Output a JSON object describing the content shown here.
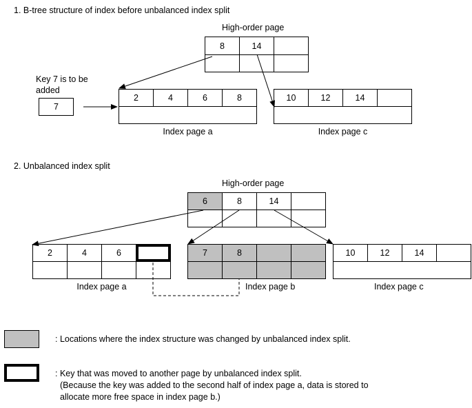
{
  "section1": {
    "title": "1. B-tree structure of index before unbalanced index split",
    "high_order_label": "High-order page",
    "high_order_keys": [
      "8",
      "14",
      ""
    ],
    "new_key_note_line1": "Key 7 is to be",
    "new_key_note_line2": "added",
    "new_key": "7",
    "page_a_keys": [
      "2",
      "4",
      "6",
      "8"
    ],
    "page_a_label": "Index page a",
    "page_c_keys": [
      "10",
      "12",
      "14",
      ""
    ],
    "page_c_label": "Index page c"
  },
  "section2": {
    "title": "2. Unbalanced index split",
    "high_order_label": "High-order page",
    "high_order_keys": [
      "6",
      "8",
      "14",
      ""
    ],
    "page_a_keys": [
      "2",
      "4",
      "6",
      ""
    ],
    "page_a_label": "Index page a",
    "page_b_keys": [
      "7",
      "8",
      "",
      ""
    ],
    "page_b_label": "Index page b",
    "page_c_keys": [
      "10",
      "12",
      "14",
      ""
    ],
    "page_c_label": "Index page c"
  },
  "legend": {
    "shaded_text": ": Locations where the index structure was changed by unbalanced index split.",
    "bold_text_line1": ": Key that was moved to another page by unbalanced index split.",
    "bold_text_line2": "(Because the key was added to the second half of index page a, data is stored to",
    "bold_text_line3": "allocate more free space in index page b.)"
  },
  "colors": {
    "shade": "#c0c0c0",
    "line": "#000000",
    "background": "#ffffff"
  }
}
